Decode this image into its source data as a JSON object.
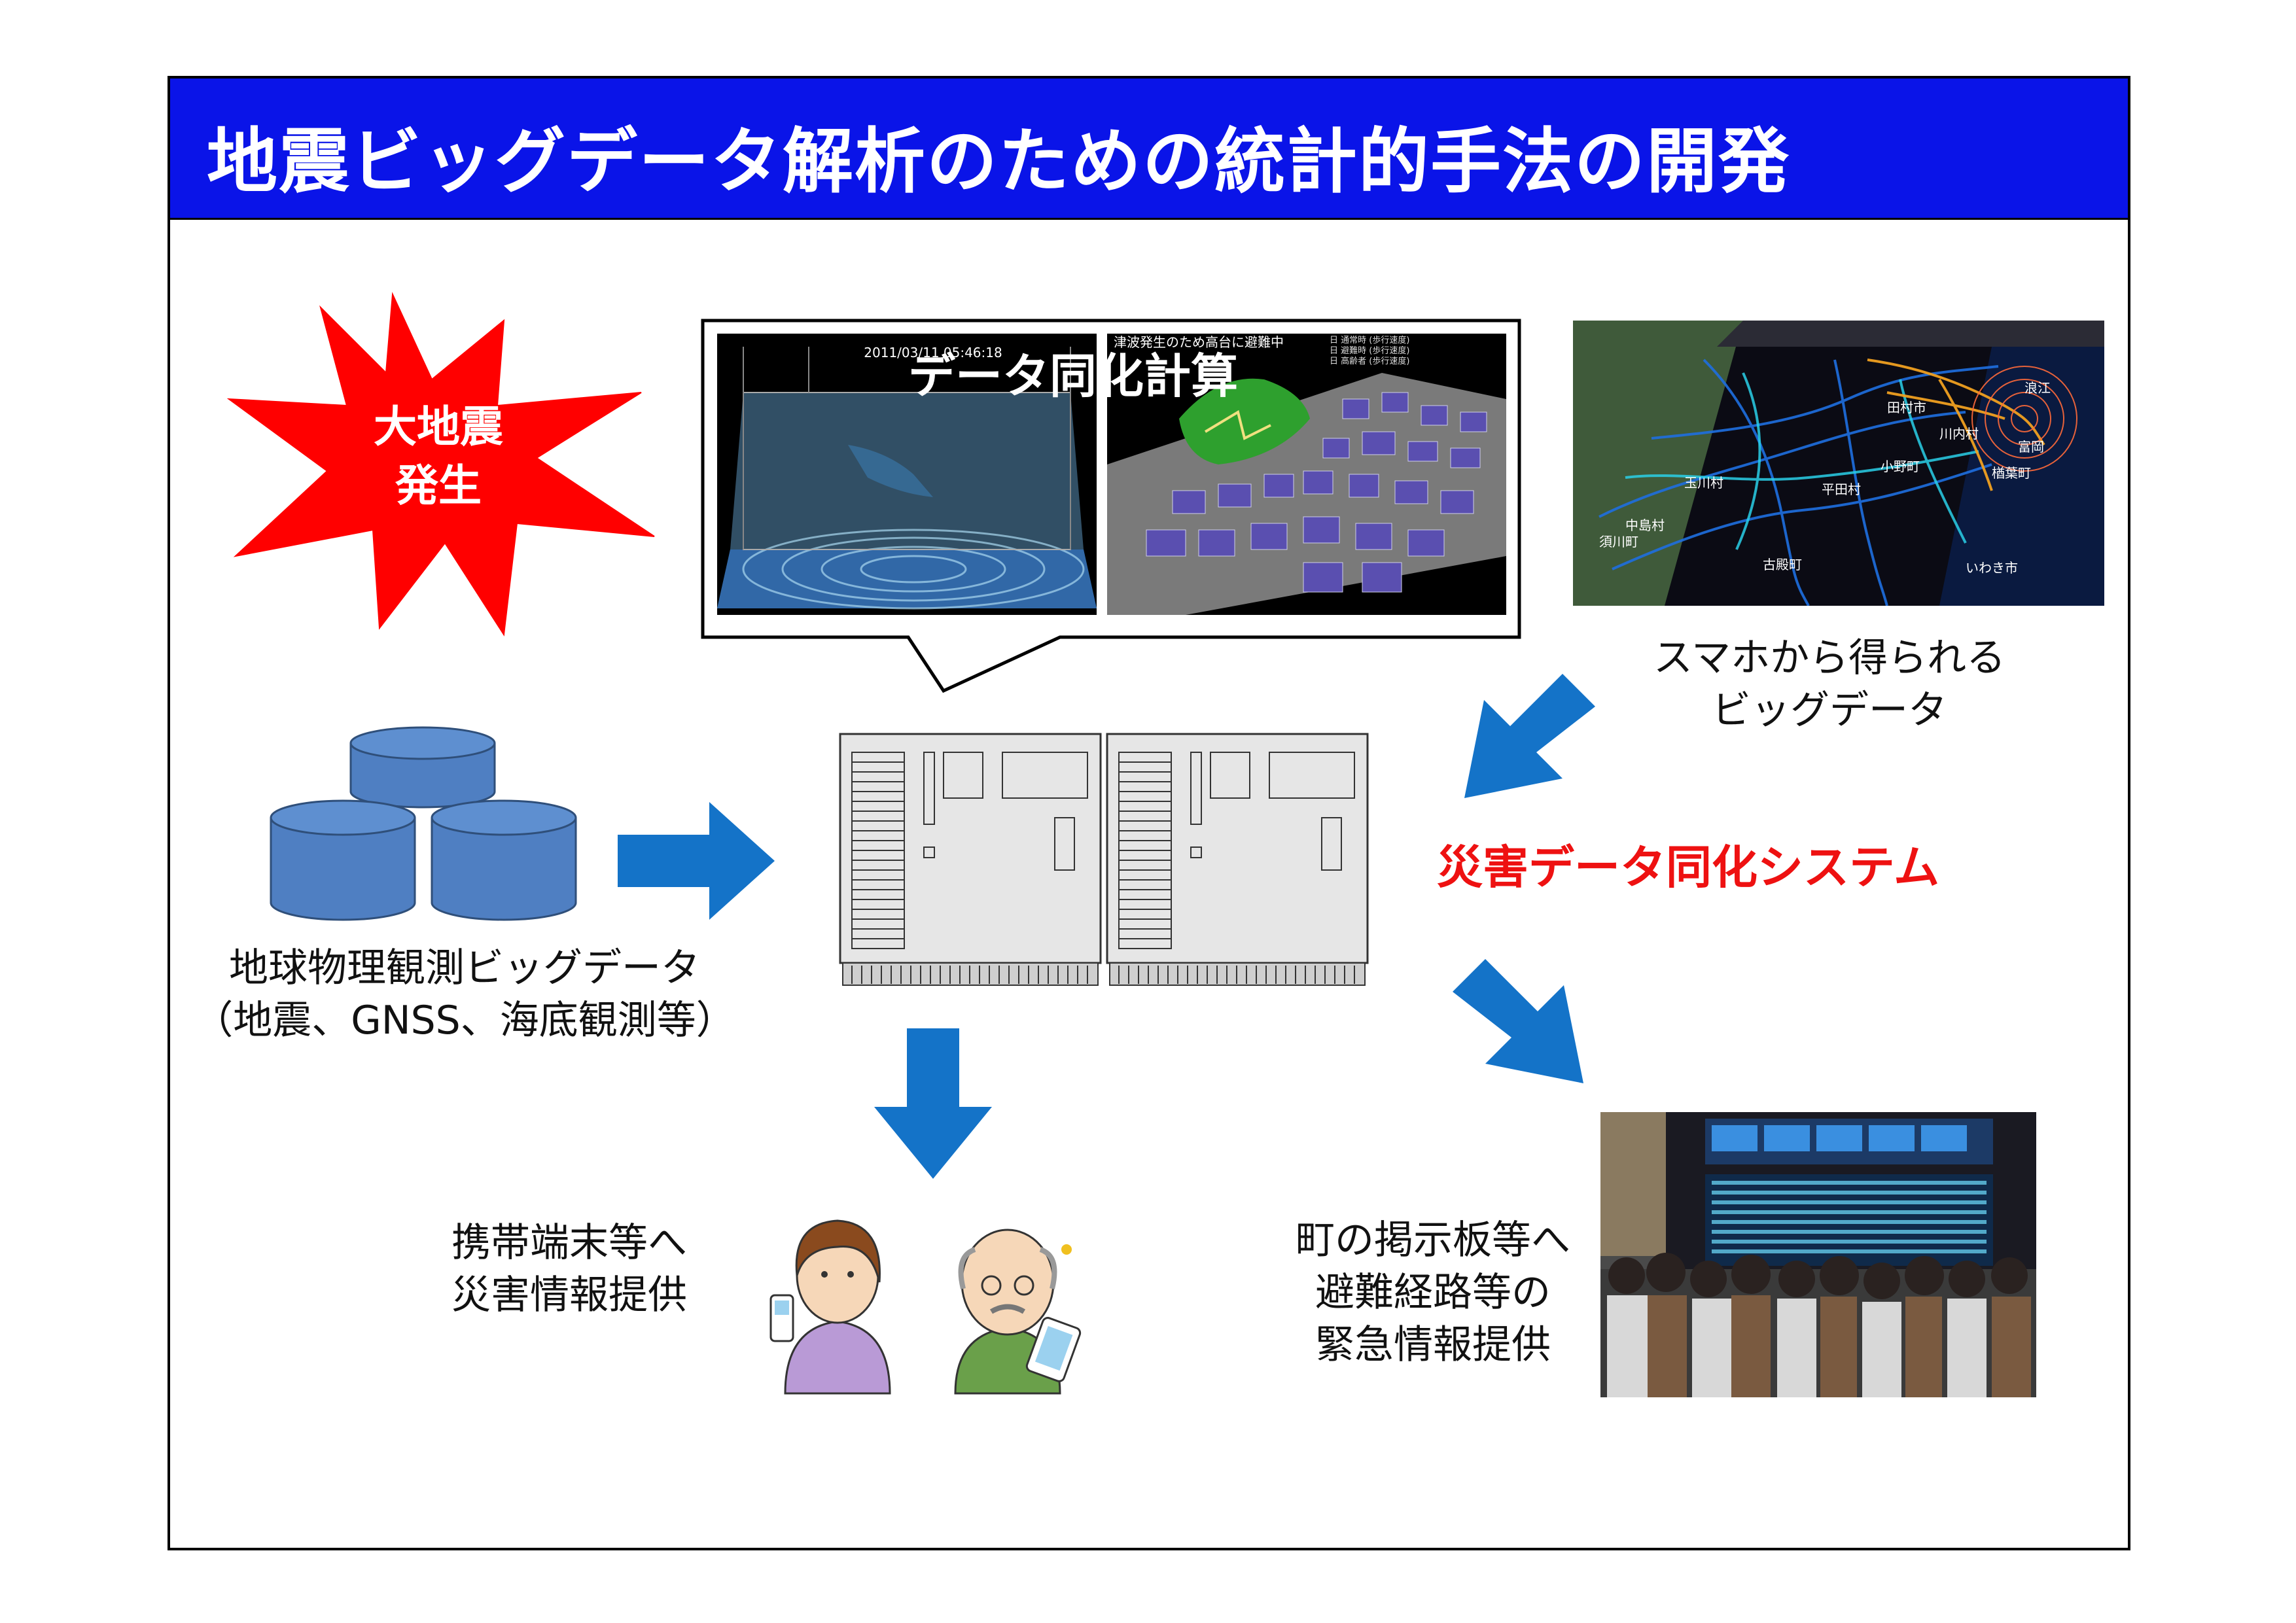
{
  "title": "地震ビッグデータ解析のための統計的手法の開発",
  "earthquake": {
    "line1": "大地震",
    "line2": "発生"
  },
  "assimilation": {
    "title": "データ同化計算",
    "timestamp": "2011/03/11 05:46:18",
    "evac_banner": "津波発生のため高台に避難中"
  },
  "smartphone_data": {
    "line1": "スマホから得られる",
    "line2": "ビッグデータ"
  },
  "geophysics": {
    "line1": "地球物理観測ビッグデータ",
    "line2": "（地震、GNSS、海底観測等）"
  },
  "system_label": "災害データ同化システム",
  "mobile_info": {
    "line1": "携帯端末等へ",
    "line2": "災害情報提供"
  },
  "board_info": {
    "line1": "町の掲示板等へ",
    "line2": "避難経路等の",
    "line3": "緊急情報提供"
  },
  "map_places": [
    "小野町",
    "平田村",
    "玉川村",
    "須川町",
    "中島村",
    "古殿町",
    "いわき市",
    "楢葉町",
    "浪江",
    "富岡",
    "田村市",
    "川内村",
    "小野町"
  ],
  "colors": {
    "title_bar": "#0a14e8",
    "accent_red": "#ee1111",
    "arrow_blue": "#1473c8",
    "db_blue": "#4f7fc2"
  }
}
